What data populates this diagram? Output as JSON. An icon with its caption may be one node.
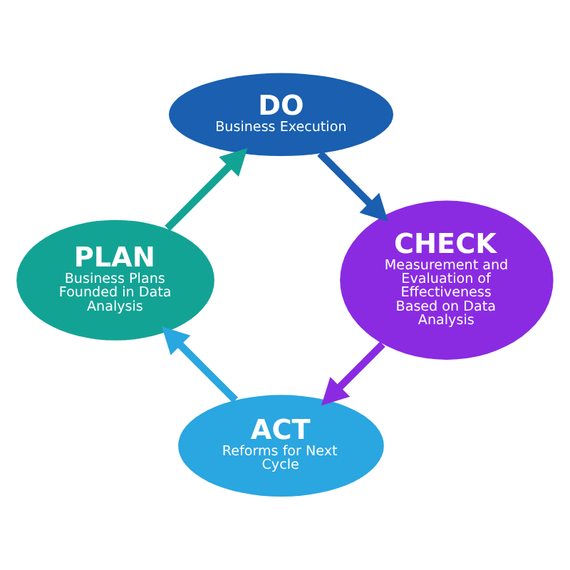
{
  "diagram": {
    "nodes": [
      {
        "text": [
          "ACT",
          "Reforms for Next Cycle"
        ]
      },
      {
        "text": [
          "PLAN",
          "Business Plans Founded in Data Analysis"
        ]
      },
      {
        "text": [
          "CHECK",
          "Measurement and Evaluation of Effectiveness Based on Data Analysis"
        ]
      },
      {
        "text": [
          "DO",
          "Business Execution"
        ]
      }
    ],
    "edges": [
      {
        "from": 1,
        "to": 3,
        "arrow": "to",
        "color": "#13a395"
      },
      {
        "from": 3,
        "to": 2,
        "arrow": "to",
        "color": "#1a5fb0"
      },
      {
        "from": 2,
        "to": 0,
        "arrow": "to",
        "color": "#8a2be2"
      },
      {
        "from": 0,
        "to": 1,
        "arrow": "to",
        "color": "#2aa6e0"
      }
    ]
  }
}
